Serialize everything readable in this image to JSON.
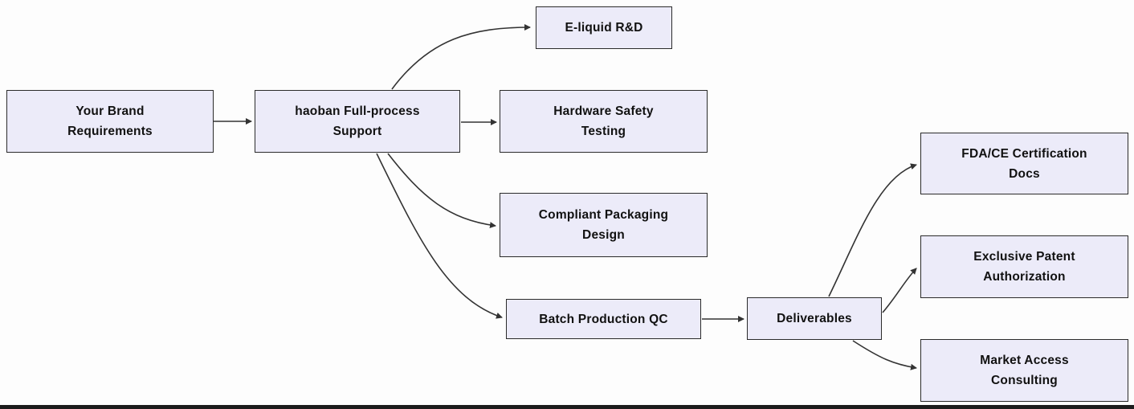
{
  "diagram": {
    "name": "brand-full-process-support-flowchart",
    "type": "flowchart"
  },
  "colors": {
    "background": "#fdfdfd",
    "node_fill": "#ecebf9",
    "node_border": "#2b2b2b",
    "arrow": "#333333",
    "text": "#111111",
    "bottom_bar": "#1c1c1c"
  },
  "nodes": {
    "your_brand": {
      "label": "Your Brand Requirements",
      "lines": [
        "Your Brand",
        "Requirements"
      ]
    },
    "haoban_support": {
      "label": "haoban Full-process Support",
      "lines": [
        "haoban Full-process",
        "Support"
      ]
    },
    "eliquid_rd": {
      "label": "E-liquid R&D",
      "lines": [
        "E-liquid R&D"
      ]
    },
    "hardware_testing": {
      "label": "Hardware Safety Testing",
      "lines": [
        "Hardware Safety",
        "Testing"
      ]
    },
    "packaging_design": {
      "label": "Compliant Packaging Design",
      "lines": [
        "Compliant Packaging",
        "Design"
      ]
    },
    "batch_qc": {
      "label": "Batch Production QC",
      "lines": [
        "Batch Production QC"
      ]
    },
    "deliverables": {
      "label": "Deliverables",
      "lines": [
        "Deliverables"
      ]
    },
    "fda_ce_docs": {
      "label": "FDA/CE Certification Docs",
      "lines": [
        "FDA/CE Certification",
        "Docs"
      ]
    },
    "patent_auth": {
      "label": "Exclusive Patent Authorization",
      "lines": [
        "Exclusive Patent",
        "Authorization"
      ]
    },
    "market_consulting": {
      "label": "Market Access Consulting",
      "lines": [
        "Market Access",
        "Consulting"
      ]
    }
  },
  "edges": [
    {
      "from": "your_brand",
      "to": "haoban_support"
    },
    {
      "from": "haoban_support",
      "to": "eliquid_rd"
    },
    {
      "from": "haoban_support",
      "to": "hardware_testing"
    },
    {
      "from": "haoban_support",
      "to": "packaging_design"
    },
    {
      "from": "haoban_support",
      "to": "batch_qc"
    },
    {
      "from": "batch_qc",
      "to": "deliverables"
    },
    {
      "from": "deliverables",
      "to": "fda_ce_docs"
    },
    {
      "from": "deliverables",
      "to": "patent_auth"
    },
    {
      "from": "deliverables",
      "to": "market_consulting"
    }
  ]
}
